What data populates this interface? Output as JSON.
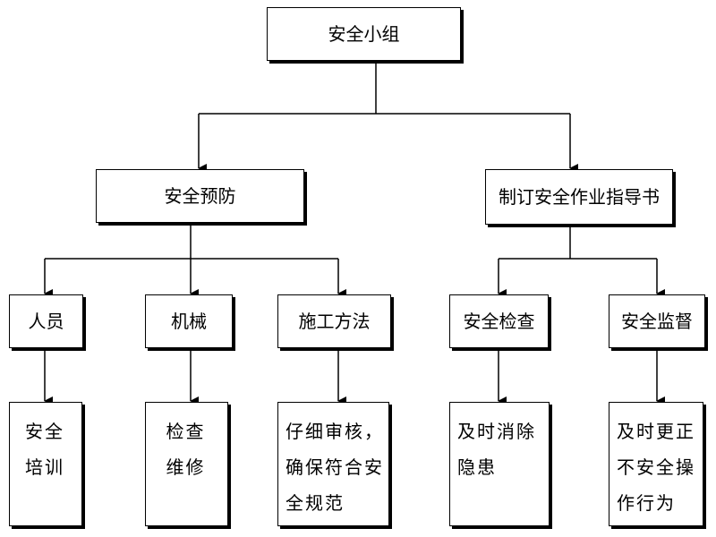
{
  "nodes": {
    "root": "安全小组",
    "prevention": "安全预防",
    "guide": "制订安全作业指导书",
    "personnel": "人员",
    "machinery": "机械",
    "method": "施工方法",
    "inspection": "安全检查",
    "supervision": "安全监督"
  },
  "leaves": {
    "personnel": [
      "安全",
      "培训"
    ],
    "machinery": [
      "检查",
      "维修"
    ],
    "method": [
      "仔细审核，",
      "确保符合安",
      "全规范"
    ],
    "inspection": [
      "及时消除",
      "隐患"
    ],
    "supervision": [
      "及时更正",
      "不安全操",
      "作行为"
    ]
  }
}
